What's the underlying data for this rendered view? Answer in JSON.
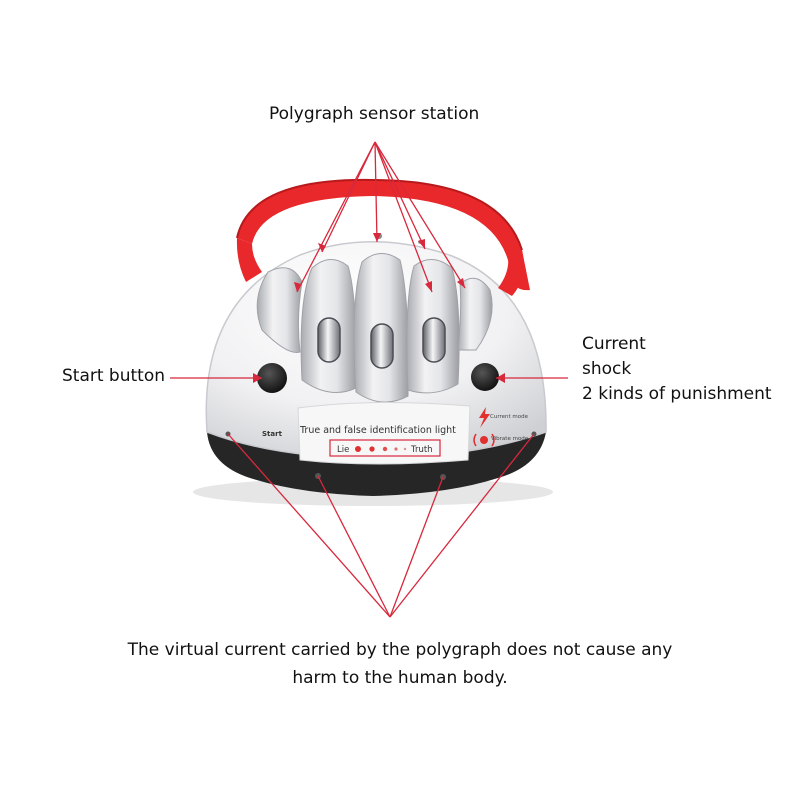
{
  "labels": {
    "sensor_station": "Polygraph sensor station",
    "start_button": "Start button",
    "current_line1": "Current",
    "current_line2": "shock",
    "current_line3": "2 kinds of punishment",
    "disclaimer_line1": "The virtual current carried by the polygraph does not cause any",
    "disclaimer_line2": "harm to the human body."
  },
  "device": {
    "start_text": "Start",
    "panel_title": "True and false identification light",
    "lie_label": "Lie",
    "truth_label": "Truth",
    "mode_current": "Current mode",
    "mode_vibrate": "Vibrate mode"
  },
  "colors": {
    "pointer_line": "#d8283c",
    "strap": "#e8282a",
    "body": "#f4f4f6",
    "base": "#2a2a2a",
    "indicator": "#e03030"
  },
  "icons": [
    "lightning-bolt-icon",
    "vibrate-icon"
  ]
}
